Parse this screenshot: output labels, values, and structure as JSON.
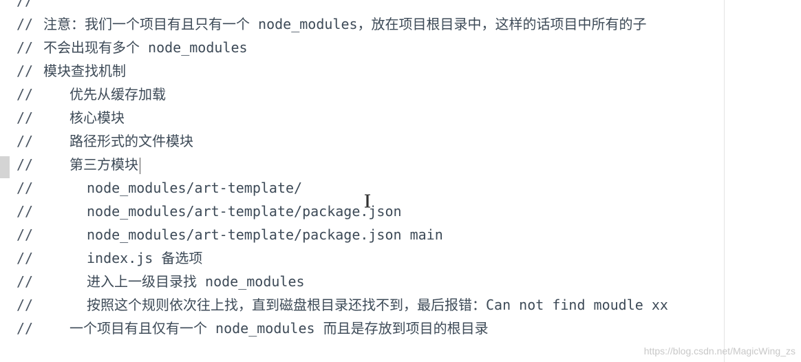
{
  "editor": {
    "comment_prefix": "//",
    "lines": [
      {
        "text": "",
        "indent": 0
      },
      {
        "text": "注意：我们一个项目有且只有一个 node_modules，放在项目根目录中，这样的话项目中所有的子",
        "indent": 0
      },
      {
        "text": "不会出现有多个 node_modules",
        "indent": 0
      },
      {
        "text": "模块查找机制",
        "indent": 0
      },
      {
        "text": "优先从缓存加载",
        "indent": 1
      },
      {
        "text": "核心模块",
        "indent": 1
      },
      {
        "text": "路径形式的文件模块",
        "indent": 1
      },
      {
        "text": "第三方模块",
        "indent": 1
      },
      {
        "text": "node_modules/art-template/",
        "indent": 2
      },
      {
        "text": "node_modules/art-template/package.json",
        "indent": 2
      },
      {
        "text": "node_modules/art-template/package.json main",
        "indent": 2
      },
      {
        "text": "index.js 备选项",
        "indent": 2
      },
      {
        "text": "进入上一级目录找 node_modules",
        "indent": 2
      },
      {
        "text": "按照这个规则依次往上找，直到磁盘根目录还找不到，最后报错：Can not find moudle xx",
        "indent": 2
      },
      {
        "text": "一个项目有且仅有一个 node_modules 而且是存放到项目的根目录",
        "indent": 1
      }
    ]
  },
  "watermark": "https://blog.csdn.net/MagicWing_zs",
  "icons": {
    "cursor": "text-cursor-icon",
    "ibeam": "ibeam-pointer-icon"
  }
}
